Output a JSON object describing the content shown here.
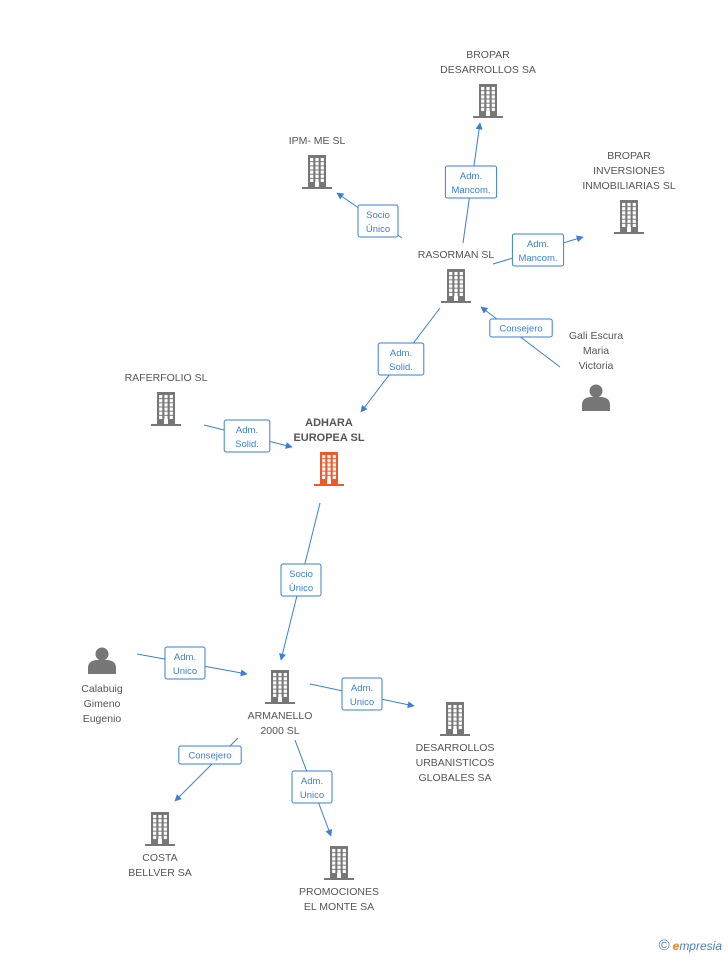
{
  "colors": {
    "edge": "#3a7fd5",
    "building": "#777777",
    "building_main": "#f0582a",
    "person": "#777777",
    "label": "#555555"
  },
  "nodes": [
    {
      "id": "adhara",
      "type": "company",
      "main": true,
      "lines": [
        "ADHARA",
        "EUROPEA SL"
      ]
    },
    {
      "id": "rasorman",
      "type": "company",
      "lines": [
        "RASORMAN SL"
      ]
    },
    {
      "id": "bropar-des",
      "type": "company",
      "lines": [
        "BROPAR",
        "DESARROLLOS SA"
      ]
    },
    {
      "id": "ipm",
      "type": "company",
      "lines": [
        "IPM- ME  SL"
      ]
    },
    {
      "id": "bropar-inv",
      "type": "company",
      "lines": [
        "BROPAR",
        "INVERSIONES",
        "INMOBILIARIAS SL"
      ]
    },
    {
      "id": "gali",
      "type": "person",
      "lines": [
        "Gali Escura",
        "Maria",
        "Victoria"
      ]
    },
    {
      "id": "raferfolio",
      "type": "company",
      "lines": [
        "RAFERFOLIO SL"
      ]
    },
    {
      "id": "armanello",
      "type": "company",
      "lines": [
        "ARMANELLO",
        "2000 SL"
      ]
    },
    {
      "id": "calabuig",
      "type": "person",
      "lines": [
        "Calabuig",
        "Gimeno",
        "Eugenio"
      ]
    },
    {
      "id": "desarrollos-urb",
      "type": "company",
      "lines": [
        "DESARROLLOS",
        "URBANISTICOS",
        "GLOBALES SA"
      ]
    },
    {
      "id": "costa",
      "type": "company",
      "lines": [
        "COSTA",
        "BELLVER SA"
      ]
    },
    {
      "id": "promociones",
      "type": "company",
      "lines": [
        "PROMOCIONES",
        "EL MONTE SA"
      ]
    }
  ],
  "edges": [
    {
      "from": "rasorman",
      "to": "bropar-des",
      "lines": [
        "Adm.",
        "Mancom."
      ]
    },
    {
      "from": "rasorman",
      "to": "ipm",
      "lines": [
        "Socio",
        "Único"
      ]
    },
    {
      "from": "rasorman",
      "to": "bropar-inv",
      "lines": [
        "Adm.",
        "Mancom."
      ]
    },
    {
      "from": "gali",
      "to": "rasorman",
      "lines": [
        "Consejero"
      ]
    },
    {
      "from": "rasorman",
      "to": "adhara",
      "lines": [
        "Adm.",
        "Solid."
      ]
    },
    {
      "from": "raferfolio",
      "to": "adhara",
      "lines": [
        "Adm.",
        "Solid."
      ]
    },
    {
      "from": "adhara",
      "to": "armanello",
      "lines": [
        "Socio",
        "Único"
      ]
    },
    {
      "from": "calabuig",
      "to": "armanello",
      "lines": [
        "Adm.",
        "Unico"
      ]
    },
    {
      "from": "armanello",
      "to": "desarrollos-urb",
      "lines": [
        "Adm.",
        "Unico"
      ]
    },
    {
      "from": "armanello",
      "to": "costa",
      "lines": [
        "Consejero"
      ]
    },
    {
      "from": "armanello",
      "to": "promociones",
      "lines": [
        "Adm.",
        "Unico"
      ]
    }
  ],
  "brand": {
    "copyright": "©",
    "e": "e",
    "rest": "mpresia"
  }
}
